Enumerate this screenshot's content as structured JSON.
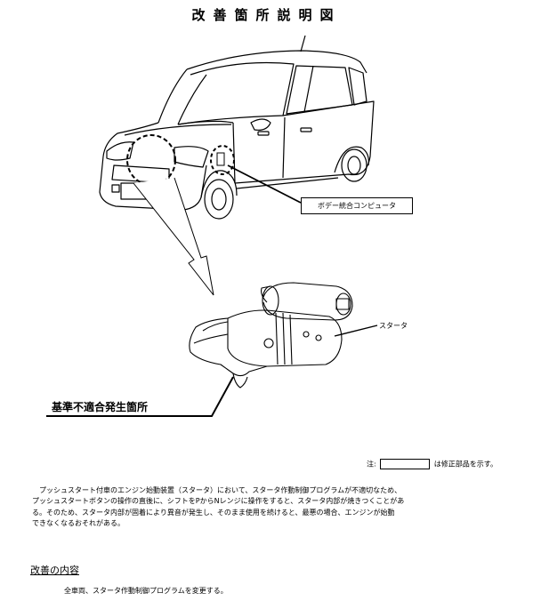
{
  "title": "改善箇所説明図",
  "labels": {
    "bcm": "ボデー統合コンピュータ",
    "starter": "スタータ",
    "defect_location": "基準不適合発生箇所"
  },
  "note": {
    "prefix": "注:",
    "suffix": "は修正部品を示す。"
  },
  "description": [
    "　プッシュスタート付車のエンジン始動装置（スタータ）において、スタータ作動制御プログラムが不適切なため、",
    "プッシュスタートボタンの操作の直後に、シフトをPからNレンジに操作をすると、スタータ内部が焼きつくことがあ",
    "る。そのため、スタータ内部が固着により異音が発生し、そのまま使用を続けると、最悪の場合、エンジンが始動",
    "できなくなるおそれがある。"
  ],
  "improvement": {
    "heading": "改善の内容",
    "text": "全車両、スタータ作動制御プログラムを変更する。"
  }
}
